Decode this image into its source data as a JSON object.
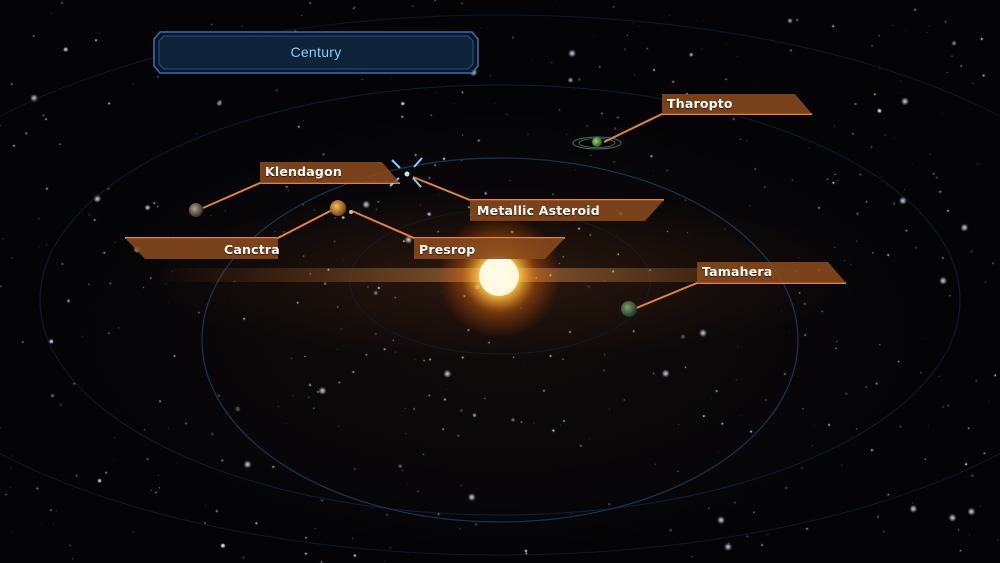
{
  "system": {
    "name": "Century"
  },
  "planets": [
    {
      "label": "Tharopto",
      "icon": "ringed-planet-icon"
    },
    {
      "label": "Klendagon",
      "icon": "planet-icon"
    },
    {
      "label": "Metallic Asteroid",
      "icon": "asteroid-icon"
    },
    {
      "label": "Canctra",
      "icon": "planet-icon"
    },
    {
      "label": "Presrop",
      "icon": "planet-icon"
    },
    {
      "label": "Tamahera",
      "icon": "planet-icon"
    }
  ],
  "colors": {
    "label_fill": "#8a4a1c",
    "label_accent": "#f28a3c",
    "title_border": "#3f6fb0",
    "title_text": "#7fd3ff",
    "orbit": "#1d3a56",
    "star_core": "#fff6c8"
  }
}
